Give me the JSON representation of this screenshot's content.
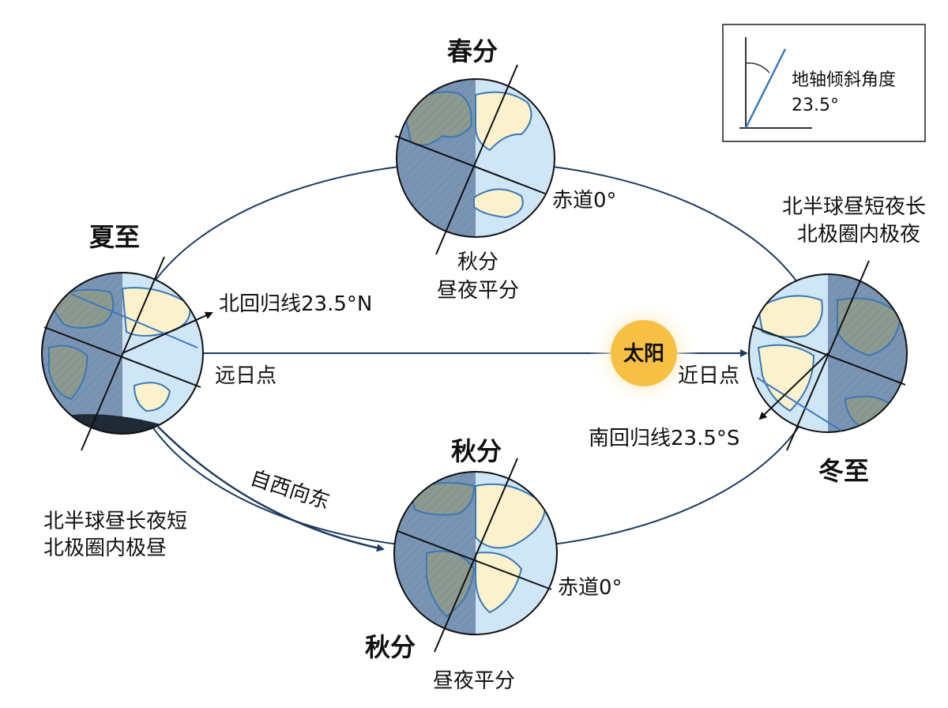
{
  "labels": {
    "spring_equinox": "春分",
    "summer_solstice": "夏至",
    "winter_solstice": "冬至",
    "autumn_equinox_top": "秋分",
    "autumn_equinox_bottom_right": "秋分",
    "autumn_equinox_bottom_left": "秋分",
    "equal_day_night_top": "昼夜平分",
    "equal_day_night_bottom": "昼夜平分",
    "equator_top": "赤道0°",
    "equator_bottom": "赤道0°",
    "tropic_cancer": "北回归线23.5°N",
    "tropic_capricorn": "南回归线23.5°S",
    "aphelion": "远日点",
    "perihelion": "近日点",
    "sun": "太阳",
    "west_to_east": "自西向东",
    "nh_long_day_line1": "北半球昼长夜短",
    "nh_long_day_line2": "北极圈内极昼",
    "nh_short_day_line1": "北半球昼短夜长",
    "nh_short_day_line2": "北极圈内极夜"
  },
  "legend": {
    "line1": "地轴倾斜角度",
    "line2": "23.5°"
  },
  "colors": {
    "orbit": "#1e3a5f",
    "ocean_day": "#cfe6f7",
    "ocean_night": "#7a95b4",
    "land_day": "#fbf1cc",
    "land_night": "#8e9a8e",
    "coast": "#3a78b5",
    "sun": "#f7c044",
    "sun_glow": "#fde8b0",
    "axis": "#111111",
    "tilt_line": "#3a78c5"
  }
}
